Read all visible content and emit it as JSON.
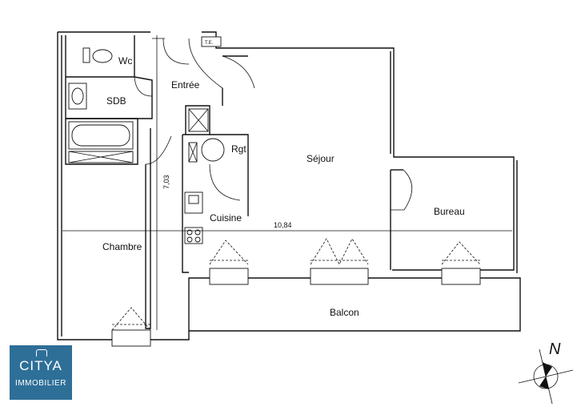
{
  "rooms": {
    "wc": "Wc",
    "sdb": "SDB",
    "entree": "Entrée",
    "rangement": "Rgt",
    "sejour": "Séjour",
    "cuisine": "Cuisine",
    "bureau": "Bureau",
    "chambre": "Chambre",
    "balcon": "Balcon"
  },
  "dimensions": {
    "width": "10,84",
    "height": "7,03"
  },
  "marker": "T.E.",
  "compass": "N",
  "logo": {
    "brand": "CITYA",
    "subtitle": "IMMOBILIER"
  },
  "colors": {
    "logo_bg": "#2e6f98"
  }
}
